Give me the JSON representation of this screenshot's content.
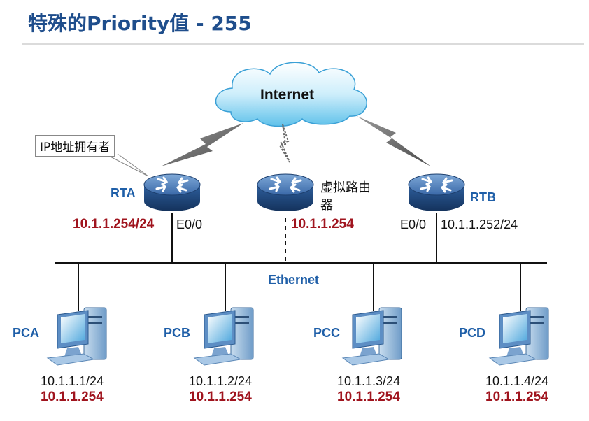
{
  "title": "特殊的Priority值 - 255",
  "colors": {
    "title": "#1f4e8c",
    "device_label": "#1f5fa8",
    "ip_highlight": "#a0141e",
    "line": "#111111"
  },
  "cloud": {
    "label": "Internet",
    "icon": "cloud-icon"
  },
  "callout": {
    "text": "IP地址拥有者"
  },
  "ethernet": {
    "label": "Ethernet"
  },
  "routers": {
    "rta": {
      "name": "RTA",
      "ip": "10.1.1.254/24",
      "interface": "E0/0",
      "icon": "router-icon"
    },
    "virtual": {
      "name": "虚拟路由器",
      "ip": "10.1.1.254",
      "icon": "router-icon"
    },
    "rtb": {
      "name": "RTB",
      "ip": "10.1.1.252/24",
      "interface": "E0/0",
      "icon": "router-icon"
    }
  },
  "pcs": [
    {
      "name": "PCA",
      "ip": "10.1.1.1/24",
      "gateway": "10.1.1.254",
      "icon": "computer-icon"
    },
    {
      "name": "PCB",
      "ip": "10.1.1.2/24",
      "gateway": "10.1.1.254",
      "icon": "computer-icon"
    },
    {
      "name": "PCC",
      "ip": "10.1.1.3/24",
      "gateway": "10.1.1.254",
      "icon": "computer-icon"
    },
    {
      "name": "PCD",
      "ip": "10.1.1.4/24",
      "gateway": "10.1.1.254",
      "icon": "computer-icon"
    }
  ]
}
